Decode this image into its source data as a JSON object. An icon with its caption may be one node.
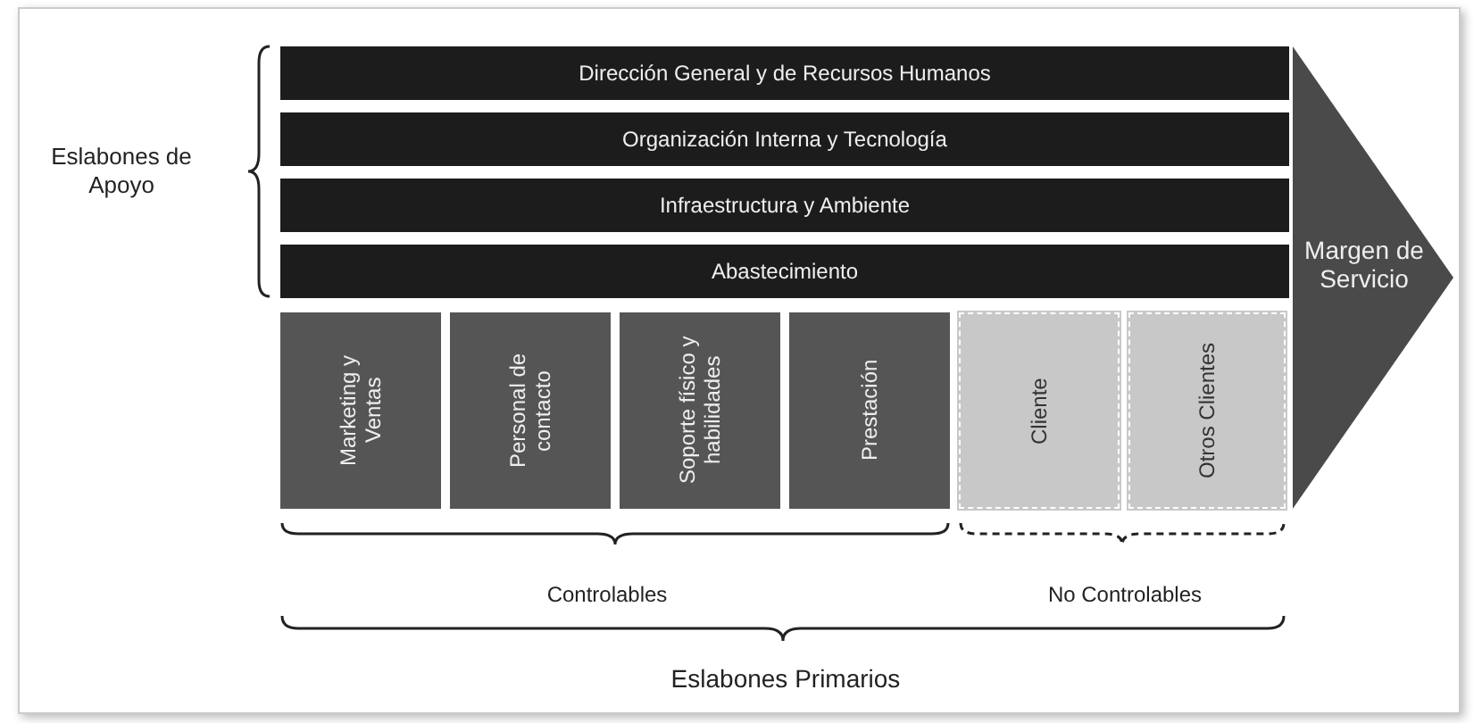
{
  "diagram": {
    "nodes": [
      {
        "text": [
          "Dirección General y de Recursos Humanos"
        ]
      },
      {
        "text": [
          "Organización Interna y Tecnología"
        ]
      },
      {
        "text": [
          "Infraestructura y Ambiente"
        ]
      },
      {
        "text": [
          "Abastecimiento"
        ]
      },
      {
        "text": [
          "Marketing y Ventas"
        ]
      },
      {
        "text": [
          "Personal de contacto"
        ]
      },
      {
        "text": [
          "Soporte físico y habilidades"
        ]
      },
      {
        "text": [
          "Prestación"
        ]
      },
      {
        "text": [
          "Cliente"
        ]
      },
      {
        "text": [
          "Otros Clientes"
        ]
      },
      {
        "text": [
          "Margen de Servicio"
        ]
      }
    ],
    "labels": [
      "Eslabones de Apoyo",
      "Controlables",
      "No Controlables",
      "Eslabones Primarios"
    ]
  }
}
